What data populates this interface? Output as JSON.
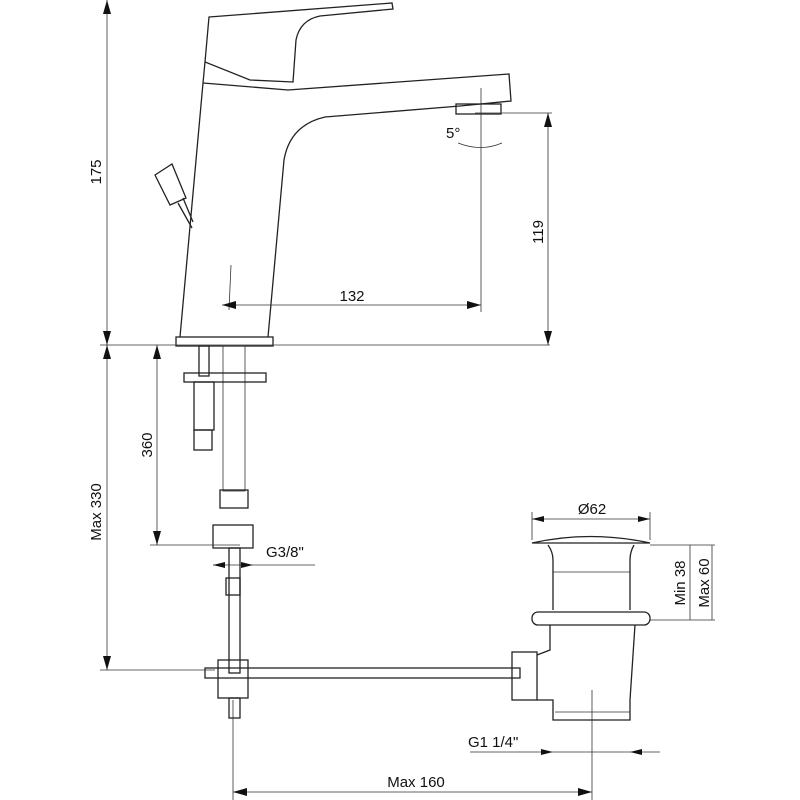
{
  "drawing": {
    "dimensions": {
      "total_height": "175",
      "spout_height": "119",
      "spout_reach": "132",
      "spout_swivel": "5°",
      "hose_length": "360",
      "max_below": "Max 330",
      "hose_thread": "G3/8\"",
      "drain_diameter": "Ø62",
      "drain_min": "Min 38",
      "drain_max": "Max 60",
      "drain_thread": "G1 1/4\"",
      "max_rod": "Max 160"
    }
  }
}
